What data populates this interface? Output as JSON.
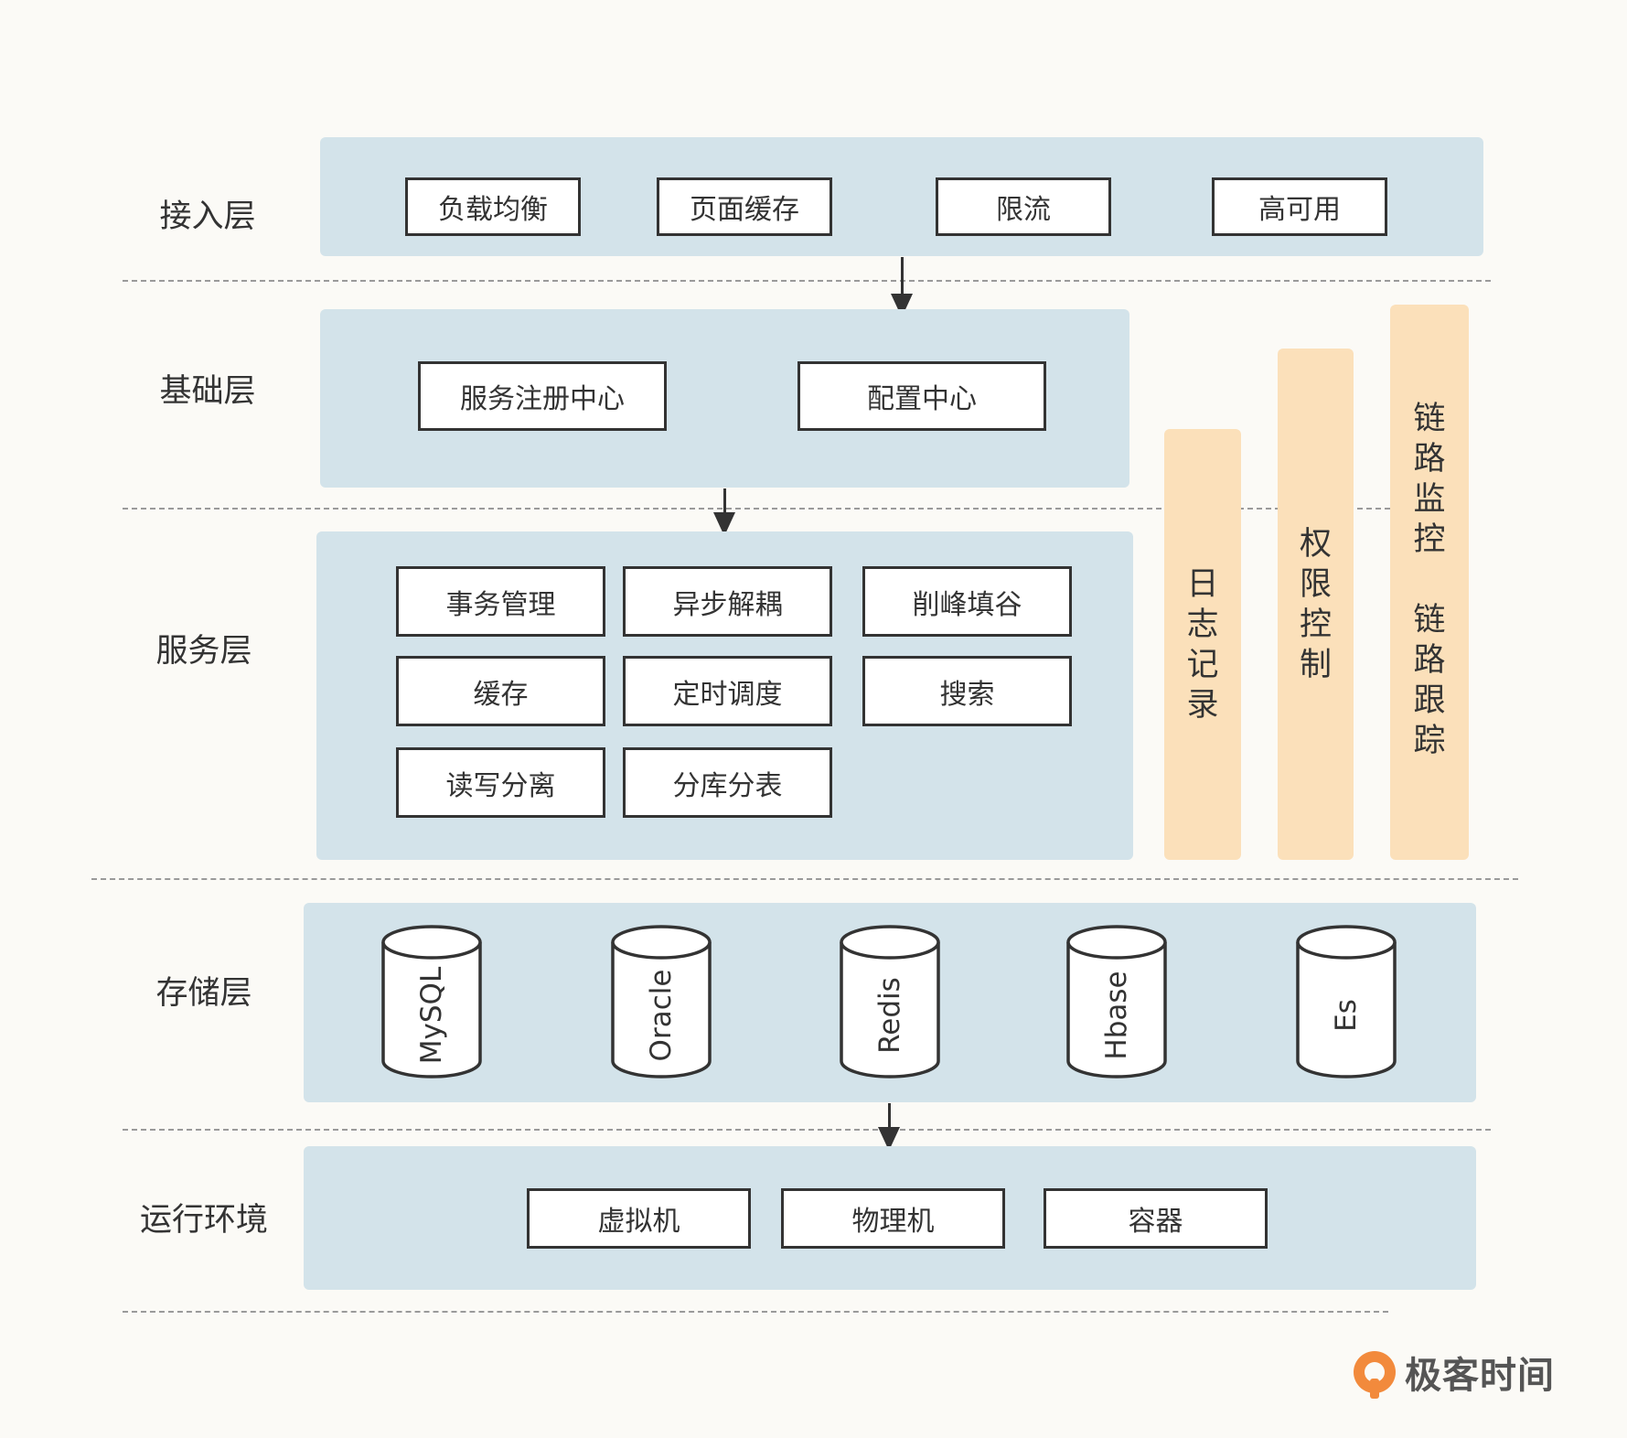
{
  "layers": {
    "access": "接入层",
    "base": "基础层",
    "service": "服务层",
    "storage": "存储层",
    "runtime": "运行环境"
  },
  "access_items": [
    "负载均衡",
    "页面缓存",
    "限流",
    "高可用"
  ],
  "base_items": [
    "服务注册中心",
    "配置中心"
  ],
  "service_items": [
    "事务管理",
    "异步解耦",
    "削峰填谷",
    "缓存",
    "定时调度",
    "搜索",
    "读写分离",
    "分库分表"
  ],
  "storage_items": [
    "MySQL",
    "Oracle",
    "Redis",
    "Hbase",
    "Es"
  ],
  "runtime_items": [
    "虚拟机",
    "物理机",
    "容器"
  ],
  "pillars": {
    "log": [
      "日",
      "志",
      "记",
      "录"
    ],
    "permission": [
      "权",
      "限",
      "控",
      "制"
    ],
    "trace": [
      "链",
      "路",
      "监",
      "控",
      "",
      "链",
      "路",
      "跟",
      "踪"
    ]
  },
  "colors": {
    "panel": "#d3e3ea",
    "pillar": "#fbe0ba",
    "logo": "#f28a3c"
  },
  "logo": {
    "text": "极客时间",
    "icon": "geektime-logo-icon"
  }
}
